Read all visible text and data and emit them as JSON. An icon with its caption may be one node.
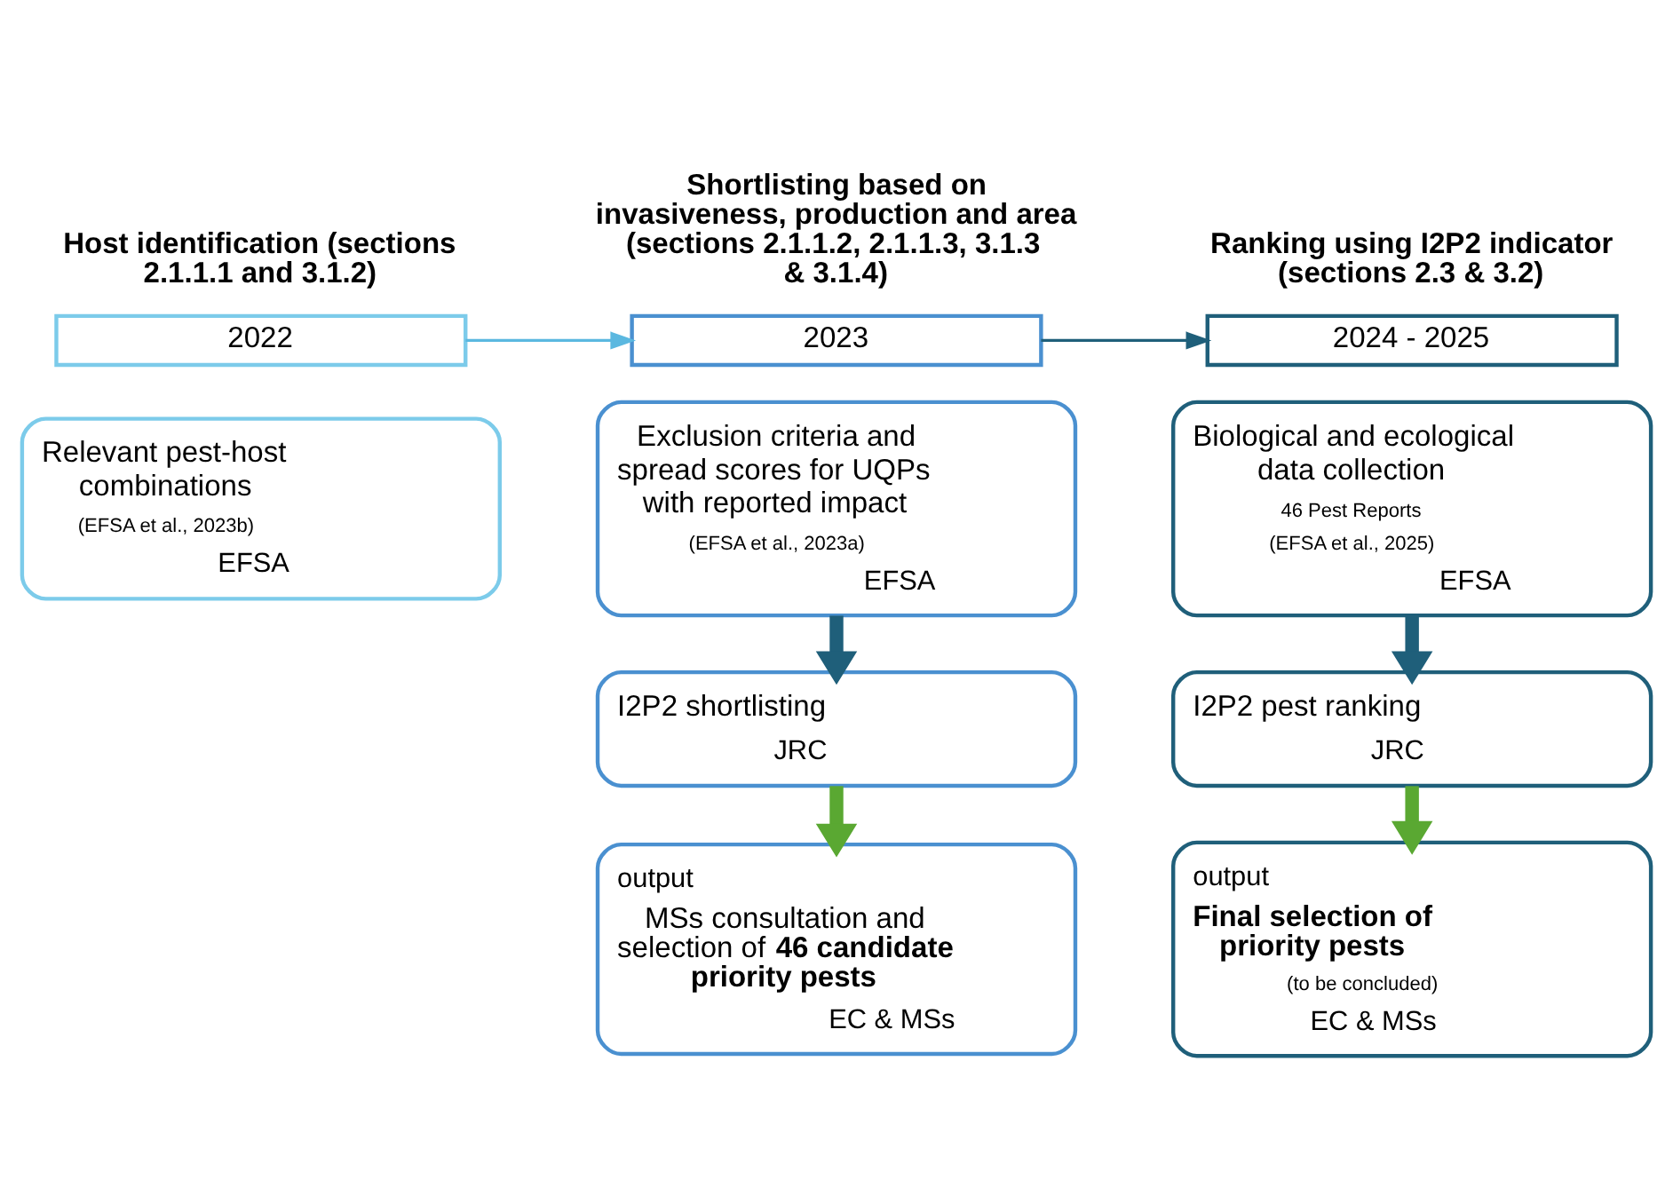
{
  "diagram": {
    "nodes": [
      {
        "text": [
          "2022"
        ],
        "beside": [
          "Host identification (sections 2.1.1.1 and 3.1.2)"
        ]
      },
      {
        "text": [
          "2023"
        ],
        "beside": [
          "Shortlisting based on invasiveness, production and area (sections 2.1.1.2, 2.1.1.3, 3.1.3 & 3.1.4)"
        ]
      },
      {
        "text": [
          "2024 - 2025"
        ],
        "beside": [
          "Ranking using I2P2 indicator (sections 2.3 & 3.2)"
        ]
      },
      {
        "text": [
          "Relevant pest-host combinations",
          "(EFSA et al., 2023b)",
          "EFSA"
        ]
      },
      {
        "text": [
          "Exclusion criteria and spread scores for UQPs with reported impact",
          "(EFSA et al., 2023a)",
          "EFSA"
        ]
      },
      {
        "text": [
          "I2P2 shortlisting",
          "JRC"
        ]
      },
      {
        "text": [
          "output",
          "MSs consultation and selection of **46 candidate priority pests**",
          "EC & MSs"
        ]
      },
      {
        "text": [
          "Biological and ecological data collection",
          "46 Pest Reports",
          "(EFSA et al., 2025)",
          "EFSA"
        ]
      },
      {
        "text": [
          "I2P2 pest ranking",
          "JRC"
        ]
      },
      {
        "text": [
          "output",
          "Final selection of priority pests",
          "(to be concluded)",
          "EC & MSs"
        ]
      }
    ],
    "edges": [
      {
        "from": 0,
        "to": 1,
        "arrow": "to",
        "color": "#5bb8e0"
      },
      {
        "from": 1,
        "to": 2,
        "arrow": "to",
        "color": "#1f5f7a"
      },
      {
        "from": 4,
        "to": 5,
        "arrow": "to",
        "color": "#1f5f7a"
      },
      {
        "from": 5,
        "to": 6,
        "arrow": "to",
        "color": "#5aa832"
      },
      {
        "from": 7,
        "to": 8,
        "arrow": "to",
        "color": "#1f5f7a"
      },
      {
        "from": 8,
        "to": 9,
        "arrow": "to",
        "color": "#5aa832"
      }
    ]
  }
}
